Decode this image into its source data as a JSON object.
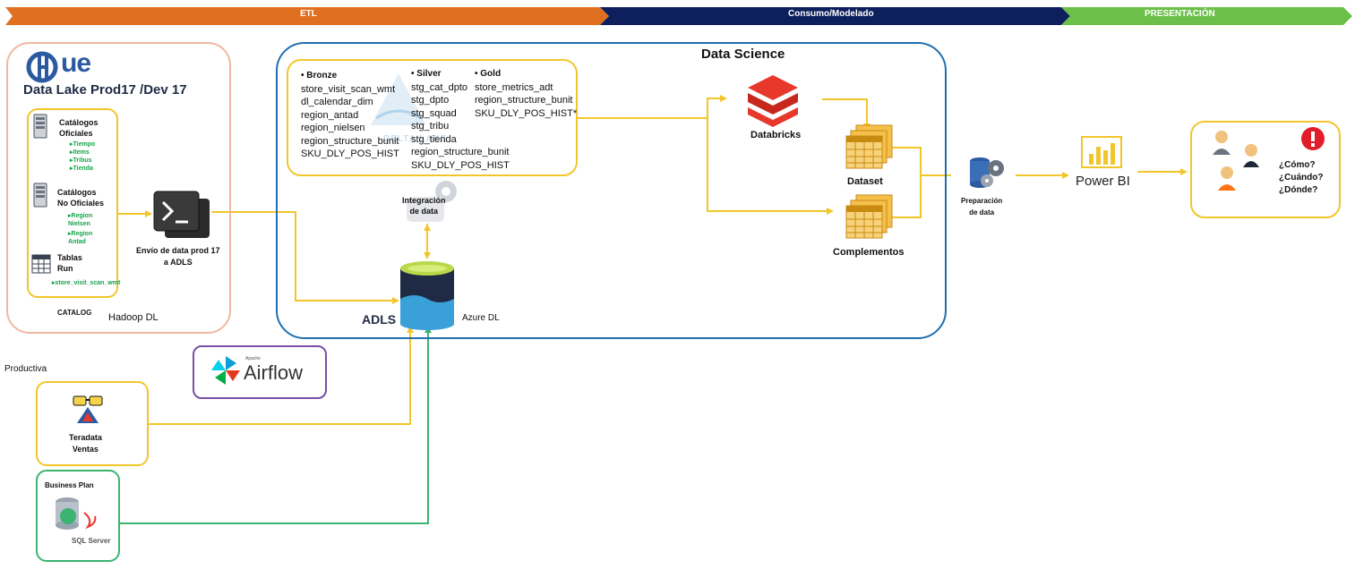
{
  "header": {
    "etl": "ETL",
    "consumo": "Consumo/Modelado",
    "presentacion": "PRESENTACIÓN",
    "colors": {
      "etl": "#e0701f",
      "consumo": "#0d1f5c",
      "presentacion": "#6cc04a"
    }
  },
  "hue": {
    "logo": "ue",
    "title": "Data Lake Prod17 /Dev 17",
    "catalog_label": "CATALOG",
    "hadoop_label": "Hadoop DL",
    "catalogos_oficiales": {
      "title": "Catálogos\nOficiales",
      "items": [
        "▸Tiempo",
        "▸Items",
        "▸Tribus",
        "▸Tienda"
      ]
    },
    "catalogos_no_oficiales": {
      "title": "Catálogos\nNo Oficiales",
      "items": [
        "▸Region\nNielsen",
        "▸Region\nAntad"
      ]
    },
    "tablas_run": {
      "title": "Tablas\nRun",
      "item": "▸store_visit_scan_wmt"
    }
  },
  "terminal": {
    "label": "Envío de data prod 17\na ADLS"
  },
  "data_science": {
    "title": "Data Science",
    "watermark": "DELTA LAKE",
    "bronze": {
      "title": "• Bronze",
      "items": [
        "store_visit_scan_wmt",
        "dl_calendar_dim",
        "region_antad",
        "region_nielsen",
        "region_structure_bunit",
        "SKU_DLY_POS_HIST"
      ]
    },
    "silver": {
      "title": "• Silver",
      "items": [
        "stg_cat_dpto",
        "stg_dpto",
        "stg_squad",
        "stg_tribu",
        "stg_tienda",
        "region_structure_bunit",
        "SKU_DLY_POS_HIST"
      ]
    },
    "gold": {
      "title": "• Gold",
      "items": [
        "store_metrics_adt",
        "region_structure_bunit",
        "SKU_DLY_POS_HIST*"
      ]
    },
    "integracion": "Integración\nde data",
    "adls": "ADLS",
    "azure": "Azure DL",
    "databricks": "Databricks",
    "dataset": "Dataset",
    "complementos": "Complementos"
  },
  "airflow": {
    "small": "Apache",
    "label": "Airflow"
  },
  "productiva": "Productiva",
  "teradata": {
    "label": "Teradata\nVentas"
  },
  "business_plan": {
    "title": "Business Plan",
    "sql": "SQL Server"
  },
  "preparacion": "Preparación\nde data",
  "powerbi": "Power BI",
  "questions": [
    "¿Cómo?",
    "¿Cuándo?",
    "¿Dónde?"
  ]
}
